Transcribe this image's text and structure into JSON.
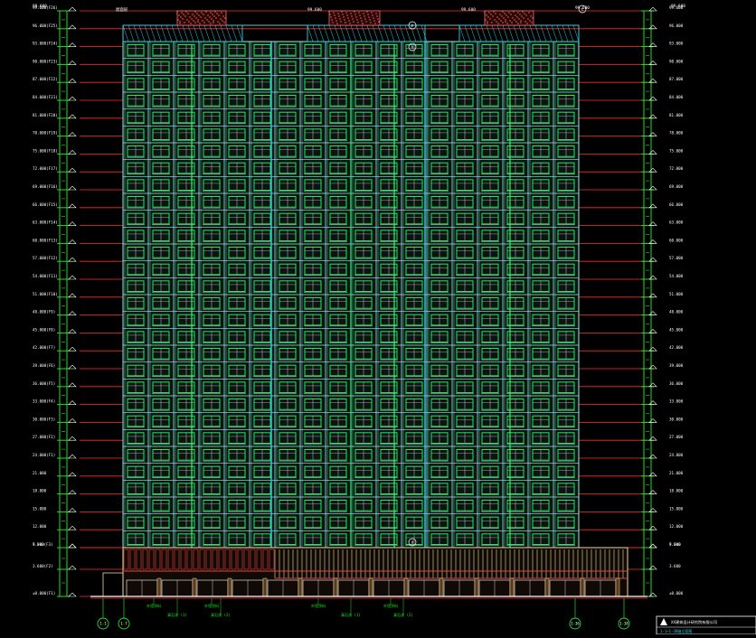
{
  "drawing": {
    "background": "#000000",
    "colors": {
      "level_line": "#ff2a2a",
      "dimension": "#20e020",
      "wall": "#8cf0e6",
      "window": "#22ff66",
      "window_frame": "#c8c8c8",
      "podium": "#f0d8a0",
      "podium_red": "#e84040",
      "hatch": "#ff6a6a",
      "cyan": "#20d8e8",
      "white": "#ffffff"
    },
    "levels": {
      "left": [
        "99.600(F26)",
        "96.000(F25)",
        "93.000(F24)",
        "90.000(F23)",
        "87.000(F22)",
        "84.000(F21)",
        "81.000(F20)",
        "78.000(F19)",
        "75.000(F18)",
        "72.000(F17)",
        "69.000(F16)",
        "66.000(F15)",
        "63.000(F14)",
        "60.000(F13)",
        "57.000(F12)",
        "54.000(F11)",
        "51.000(F10)",
        "48.000(F9)",
        "45.000(F8)",
        "42.000(F7)",
        "39.000(F6)",
        "36.000(F5)",
        "33.000(F4)",
        "30.000(F3)",
        "27.000(F2)",
        "24.000(F1)",
        "21.000",
        "18.000",
        "15.000",
        "12.000",
        "9.000",
        "7.200(F3)",
        "3.600(F2)",
        "±0.000(F1)"
      ],
      "right": [
        "99.600",
        "96.000",
        "93.000",
        "90.000",
        "87.000",
        "84.000",
        "81.000",
        "78.000",
        "75.000",
        "72.000",
        "69.000",
        "66.000",
        "63.000",
        "60.000",
        "57.000",
        "54.000",
        "51.000",
        "48.000",
        "45.000",
        "42.000",
        "39.000",
        "36.000",
        "33.000",
        "30.000",
        "27.000",
        "24.000",
        "21.000",
        "18.000",
        "15.000",
        "12.000",
        "9.000",
        "7.200",
        "3.600",
        "±0.000"
      ]
    },
    "top_labels": [
      "99.600",
      "屋面层",
      "99.600",
      "99.600",
      "99.600",
      "99.600"
    ],
    "axes": [
      "1-1",
      "1-7",
      "1-36",
      "1-38"
    ],
    "bottom_notes": [
      "外墙涂料",
      "真石漆 (1)",
      "外墙涂料",
      "真石漆 (2)",
      "外墙涂料",
      "真石漆 (1)",
      "外墙涂料",
      "真石漆 (2)"
    ],
    "side_tags": [
      "a",
      "b",
      "c",
      "d"
    ],
    "title_block": {
      "company": "XX建筑设计研究院有限公司",
      "drawing_title": "1-1~1-38轴立面图"
    }
  }
}
